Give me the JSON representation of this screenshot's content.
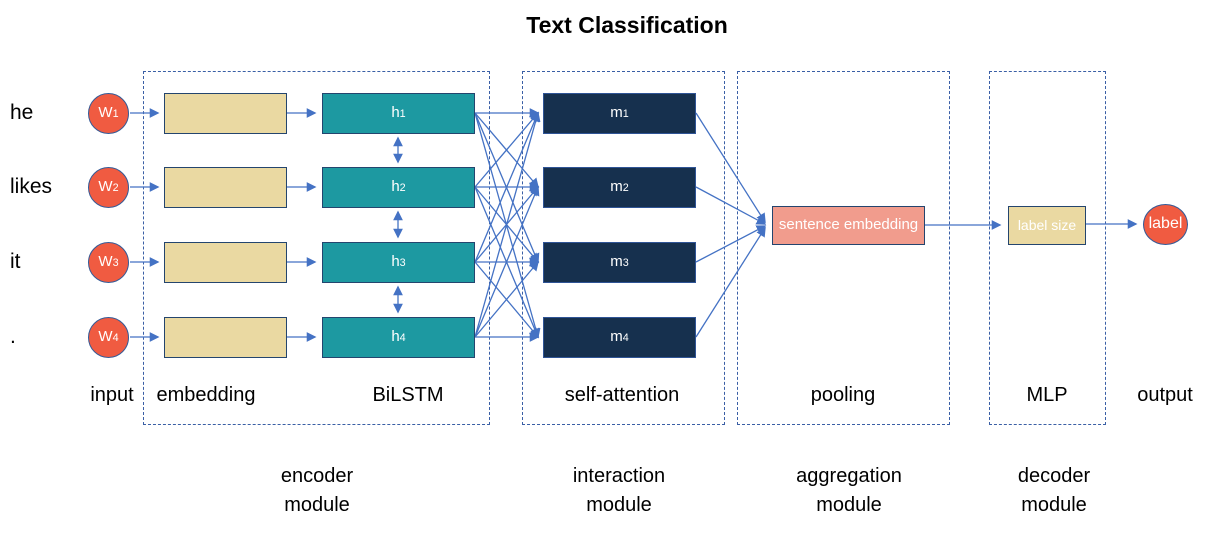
{
  "title": "Text Classification",
  "rows": [
    {
      "word": "he",
      "w_base": "W",
      "w_sub": "1",
      "h_base": "h",
      "h_sub": "1",
      "m_base": "m",
      "m_sub": "1"
    },
    {
      "word": "likes",
      "w_base": "W",
      "w_sub": "2",
      "h_base": "h",
      "h_sub": "2",
      "m_base": "m",
      "m_sub": "2"
    },
    {
      "word": "it",
      "w_base": "W",
      "w_sub": "3",
      "h_base": "h",
      "h_sub": "3",
      "m_base": "m",
      "m_sub": "3"
    },
    {
      "word": ".",
      "w_base": "W",
      "w_sub": "4",
      "h_base": "h",
      "h_sub": "4",
      "m_base": "m",
      "m_sub": "4"
    }
  ],
  "nodes": {
    "sentence_embedding": "sentence embedding",
    "label_size": "label size",
    "output_label": "label"
  },
  "column_labels": {
    "input": "input",
    "embedding": "embedding",
    "bilstm": "BiLSTM",
    "self_attention": "self-attention",
    "pooling": "pooling",
    "mlp": "MLP",
    "output": "output"
  },
  "module_labels": {
    "encoder": {
      "line1": "encoder",
      "line2": "module"
    },
    "interaction": {
      "line1": "interaction",
      "line2": "module"
    },
    "aggregation": {
      "line1": "aggregation",
      "line2": "module"
    },
    "decoder": {
      "line1": "decoder",
      "line2": "module"
    }
  },
  "colors": {
    "word_node_fill": "#f05b41",
    "embedding_box_fill": "#ead9a2",
    "bilstm_box_fill": "#1d99a1",
    "attention_box_fill": "#16304e",
    "pooling_box_fill": "#f19c8d",
    "mlp_box_fill": "#ead9a2",
    "output_node_fill": "#f05b41",
    "arrow": "#4472c4",
    "module_border": "#3a5fa5"
  }
}
